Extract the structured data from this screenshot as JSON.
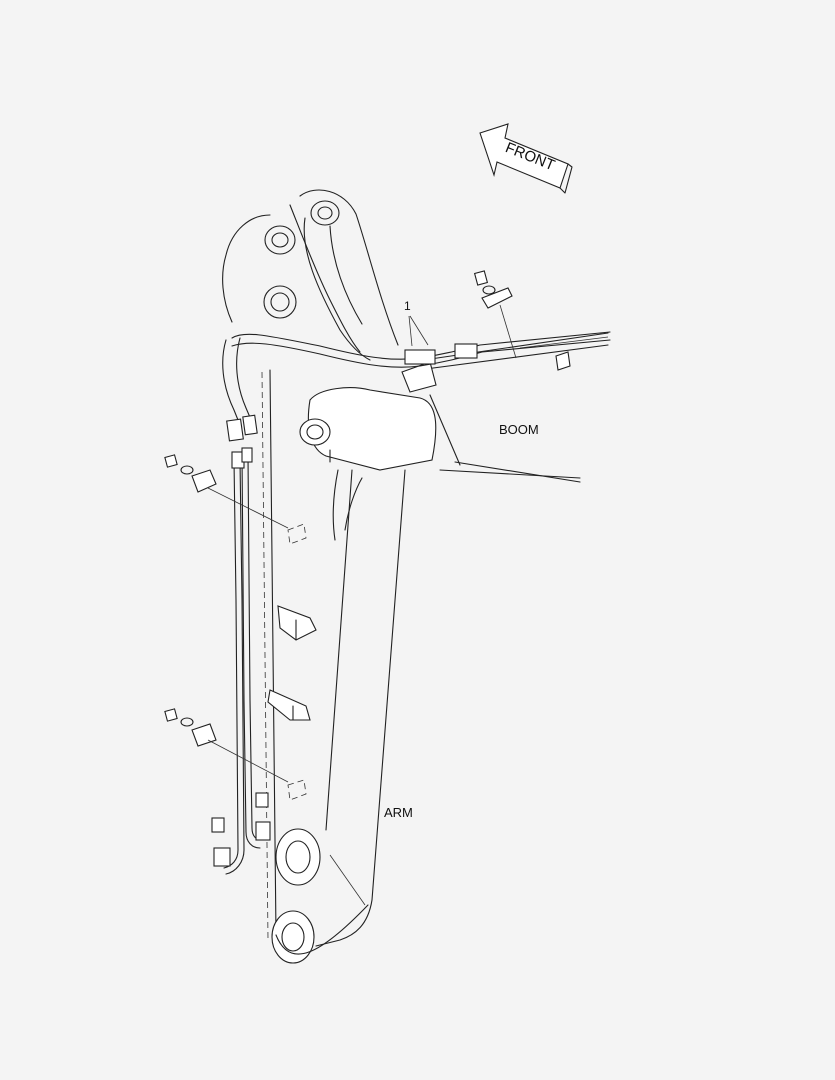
{
  "labels": {
    "front": "FRONT",
    "boom": "BOOM",
    "arm": "ARM",
    "callout_1": "1"
  },
  "colors": {
    "background": "#f4f4f4",
    "line": "#222222"
  }
}
